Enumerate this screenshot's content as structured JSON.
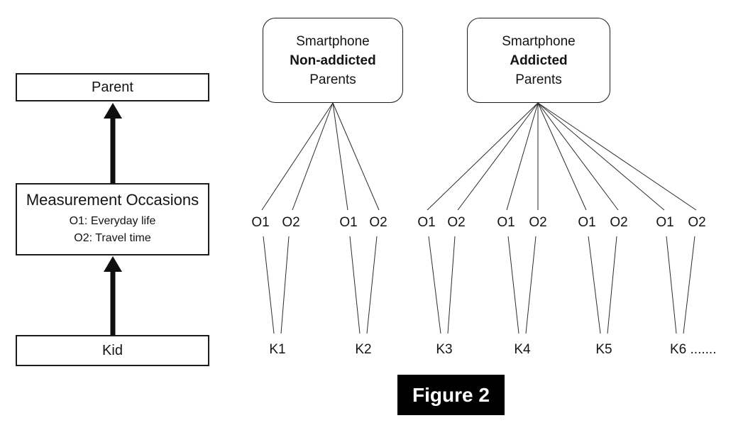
{
  "figure": {
    "caption": "Figure 2"
  },
  "hierarchy": {
    "parent_label": "Parent",
    "measurement": {
      "title": "Measurement Occasions",
      "line_o1": "O1: Everyday life",
      "line_o2": "O2: Travel time"
    },
    "kid_label": "Kid"
  },
  "groups": [
    {
      "line1": "Smartphone",
      "line2": "Non-addicted",
      "line3": "Parents"
    },
    {
      "line1": "Smartphone",
      "line2": "Addicted",
      "line3": "Parents"
    }
  ],
  "occasions": [
    "O1",
    "O2",
    "O1",
    "O2",
    "O1",
    "O2",
    "O1",
    "O2",
    "O1",
    "O2",
    "O1",
    "O2"
  ],
  "kids": [
    "K1",
    "K2",
    "K3",
    "K4",
    "K5",
    "K6 ......."
  ],
  "colors": {
    "line": "#2b2b2b",
    "box_border": "#1c1c1c",
    "caption_bg": "#000000",
    "caption_text": "#ffffff"
  }
}
